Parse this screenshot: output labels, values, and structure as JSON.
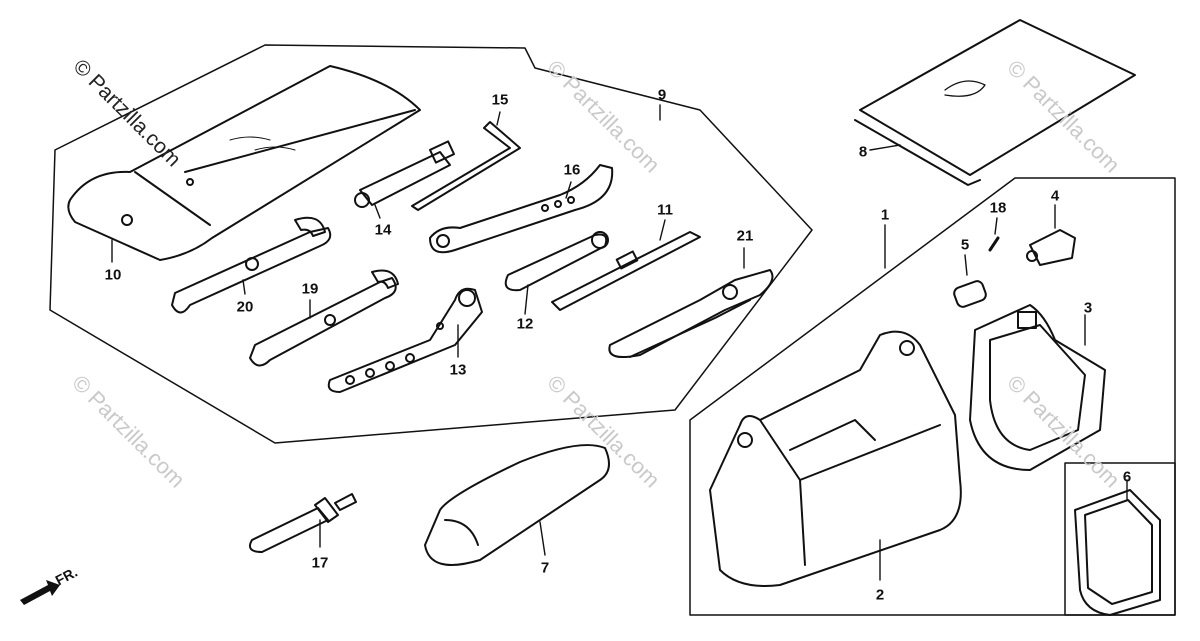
{
  "watermark": "© Partzilla.com",
  "front_marker": "FR.",
  "callouts": [
    "1",
    "2",
    "3",
    "4",
    "5",
    "6",
    "7",
    "8",
    "9",
    "10",
    "11",
    "12",
    "13",
    "14",
    "15",
    "16",
    "17",
    "18",
    "19",
    "20",
    "21"
  ]
}
